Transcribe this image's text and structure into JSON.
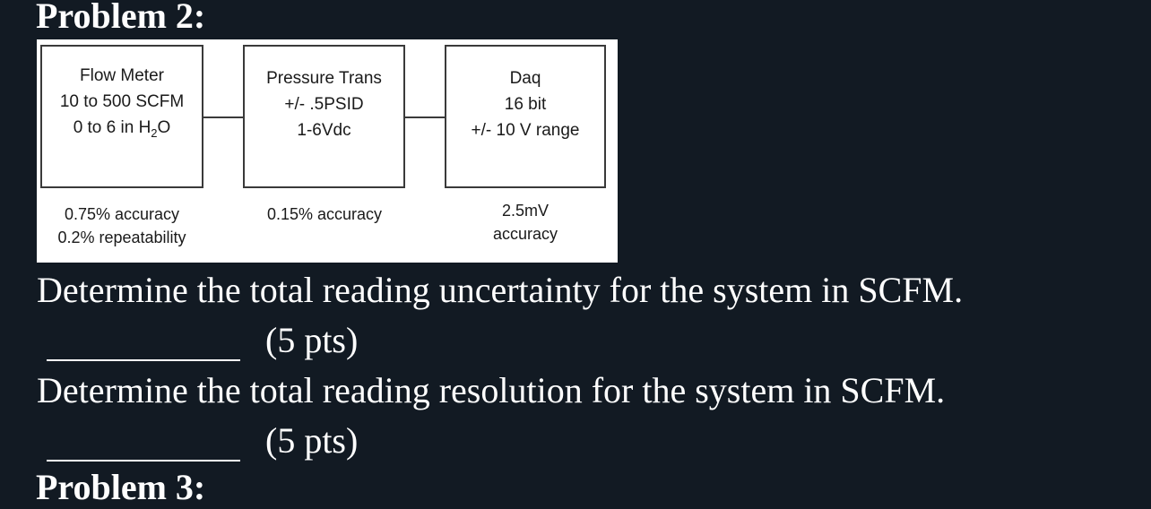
{
  "heading": "Problem 2:",
  "diagram": {
    "flow_meter": {
      "line1": "Flow Meter",
      "line2": "10 to 500 SCFM",
      "line3_prefix": "0 to 6 in H",
      "line3_subscript": "2",
      "line3_suffix": "O",
      "spec1": "0.75% accuracy",
      "spec2": "0.2% repeatability"
    },
    "pressure_trans": {
      "line1": "Pressure Trans",
      "line2": "+/- .5PSID",
      "line3": "1-6Vdc",
      "spec1": "0.15% accuracy"
    },
    "daq": {
      "line1": "Daq",
      "line2": "16 bit",
      "line3": "+/- 10 V range",
      "spec1": "2.5mV",
      "spec2": "accuracy"
    }
  },
  "questions": [
    {
      "text": "Determine the total reading uncertainty for the system in SCFM.",
      "points": "(5 pts)"
    },
    {
      "text": "Determine the total reading resolution for the system in SCFM.",
      "points": "(5 pts)"
    }
  ],
  "next_heading": "Problem 3:"
}
